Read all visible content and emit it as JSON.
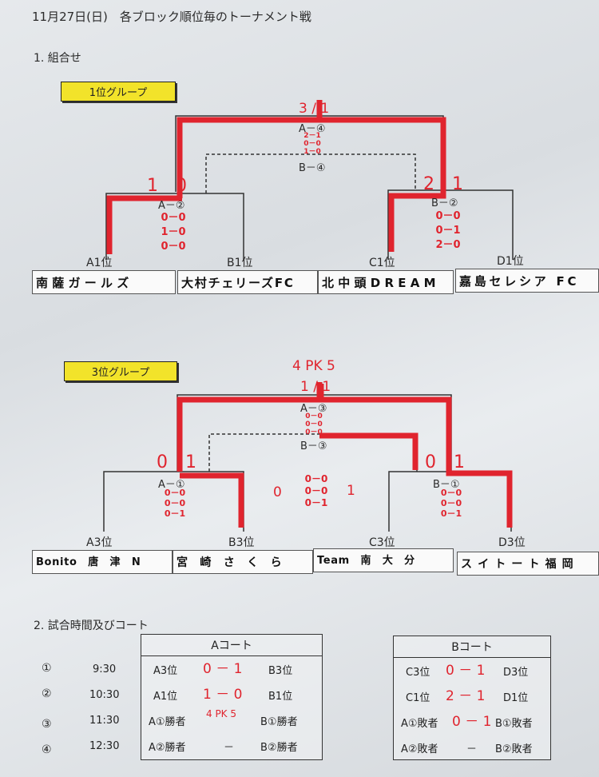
{
  "title": "11月27日(日)　各ブロック順位毎のトーナメント戦",
  "section1": "1. 組合せ",
  "group1": {
    "label": "1位グループ",
    "final": "A－④",
    "third": "B－④",
    "semi_left": "A－②",
    "semi_right": "B－②",
    "slots": [
      "A1位",
      "B1位",
      "C1位",
      "D1位"
    ],
    "teams": [
      "南薩ガールズ",
      "大村チェリーズFC",
      "北中頭DREAM",
      "嘉島セレシア FC"
    ],
    "marks": {
      "final_score": "3 / 1",
      "final_detail": [
        "2－1",
        "0－0",
        "1－0"
      ],
      "left_semi": "1　0",
      "left_detail": [
        "0－0",
        "1－0",
        "0－0"
      ],
      "right_semi": "2　1",
      "right_detail": [
        "0－0",
        "0－1",
        "2－0"
      ]
    }
  },
  "group3": {
    "label": "3位グループ",
    "final": "B－③",
    "upper": "A－③",
    "semi_left": "A－①",
    "semi_right": "B－①",
    "slots": [
      "A3位",
      "B3位",
      "C3位",
      "D3位"
    ],
    "teams": [
      "Bonito　唐　津　N",
      "宮　崎　さ　く　ら",
      "Team　南　大　分",
      "ス イ ト ー ト 福 岡"
    ],
    "marks": {
      "pk": "4 PK 5",
      "final_score": "1 / 1",
      "final_detail": [
        "0－0",
        "0－0",
        "0－0"
      ],
      "left_semi": "0　1",
      "left_detail": [
        "0－0",
        "0－0",
        "0－1"
      ],
      "middle_left": "0",
      "middle_detail": [
        "0－0",
        "0－0",
        "0－1"
      ],
      "middle_right": "1",
      "right_semi": "0　1",
      "right_detail": [
        "0－0",
        "0－0",
        "0－1"
      ]
    }
  },
  "section2": "2. 試合時間及びコート",
  "court_a": {
    "header": "Aコート",
    "rows": [
      {
        "left": "A3位",
        "score": "0 － 1",
        "right": "B3位"
      },
      {
        "left": "A1位",
        "score": "1 － 0",
        "right": "B1位"
      },
      {
        "left": "A①勝者",
        "score": "4 PK 5",
        "right": "B①勝者"
      },
      {
        "left": "A②勝者",
        "score": "－",
        "right": "B②勝者"
      }
    ]
  },
  "court_b": {
    "header": "Bコート",
    "rows": [
      {
        "left": "C3位",
        "score": "0 － 1",
        "right": "D3位"
      },
      {
        "left": "C1位",
        "score": "2 － 1",
        "right": "D1位"
      },
      {
        "left": "A①敗者",
        "score": "0 － 1",
        "right": "B①敗者"
      },
      {
        "left": "A②敗者",
        "score": "－",
        "right": "B②敗者"
      }
    ]
  },
  "schedule": [
    {
      "no": "①",
      "time": "9:30"
    },
    {
      "no": "②",
      "time": "10:30"
    },
    {
      "no": "③",
      "time": "11:30"
    },
    {
      "no": "④",
      "time": "12:30"
    }
  ],
  "colors": {
    "red": "#e0242e",
    "yellow": "#f2e32a"
  }
}
